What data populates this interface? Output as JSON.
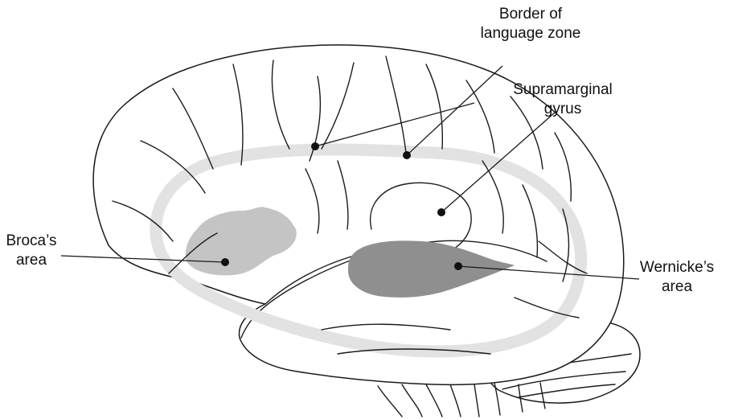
{
  "labels": {
    "border": {
      "line1": "Border of",
      "line2": "language zone"
    },
    "supramarginal": {
      "line1": "Supramarginal",
      "line2": "gyrus"
    },
    "broca": {
      "line1": "Broca’s",
      "line2": "area"
    },
    "wernicke": {
      "line1": "Wernicke’s",
      "line2": "area"
    }
  },
  "colors": {
    "language_zone_band": "#e2e2e2",
    "broca_fill": "#c4c4c4",
    "wernicke_fill": "#8f8f8f",
    "line": "#1a1a1a"
  }
}
